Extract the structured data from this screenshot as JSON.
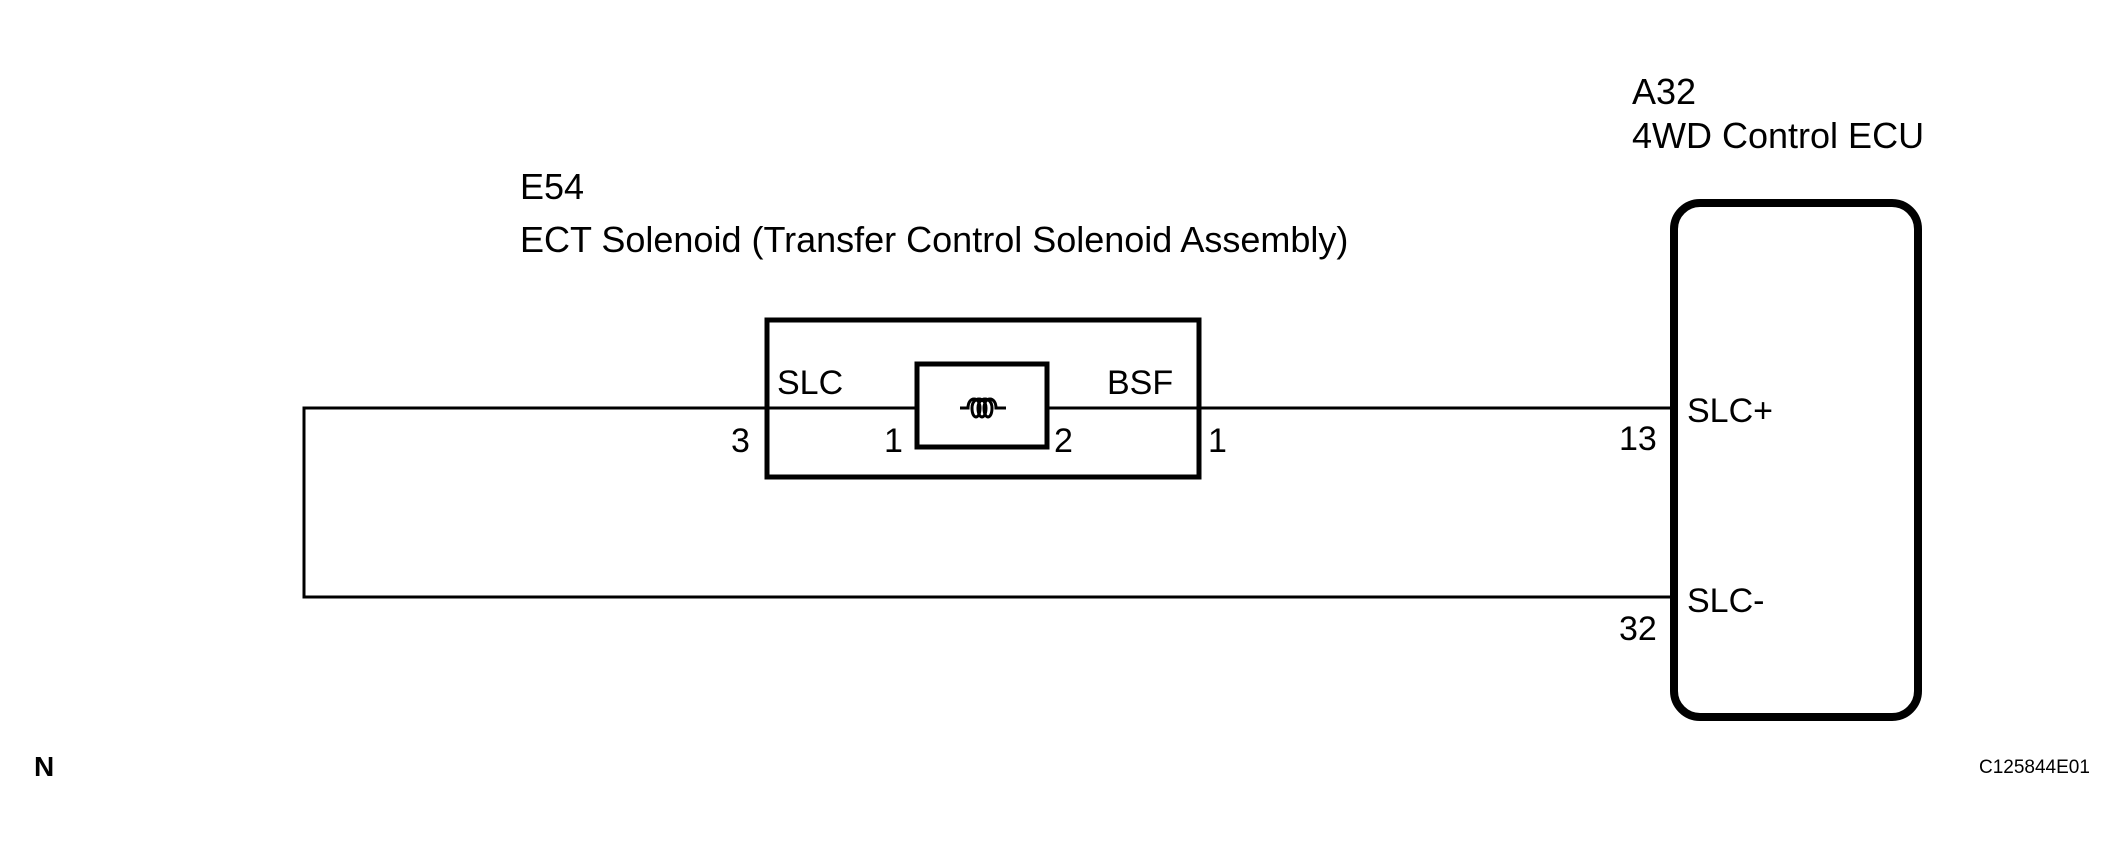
{
  "solenoid": {
    "connector": "E54",
    "name": "ECT Solenoid (Transfer Control Solenoid Assembly)",
    "pin_left_label": "SLC",
    "pin_right_label": "BSF",
    "pin_left_number": "3",
    "coil_left_number": "1",
    "coil_right_number": "2",
    "pin_right_number": "1"
  },
  "ecu": {
    "connector": "A32",
    "name": "4WD Control ECU",
    "terminals": [
      {
        "label": "SLC+",
        "number": "13"
      },
      {
        "label": "SLC-",
        "number": "32"
      }
    ]
  },
  "footer": {
    "orientation": "N",
    "figure_id": "C125844E01"
  }
}
